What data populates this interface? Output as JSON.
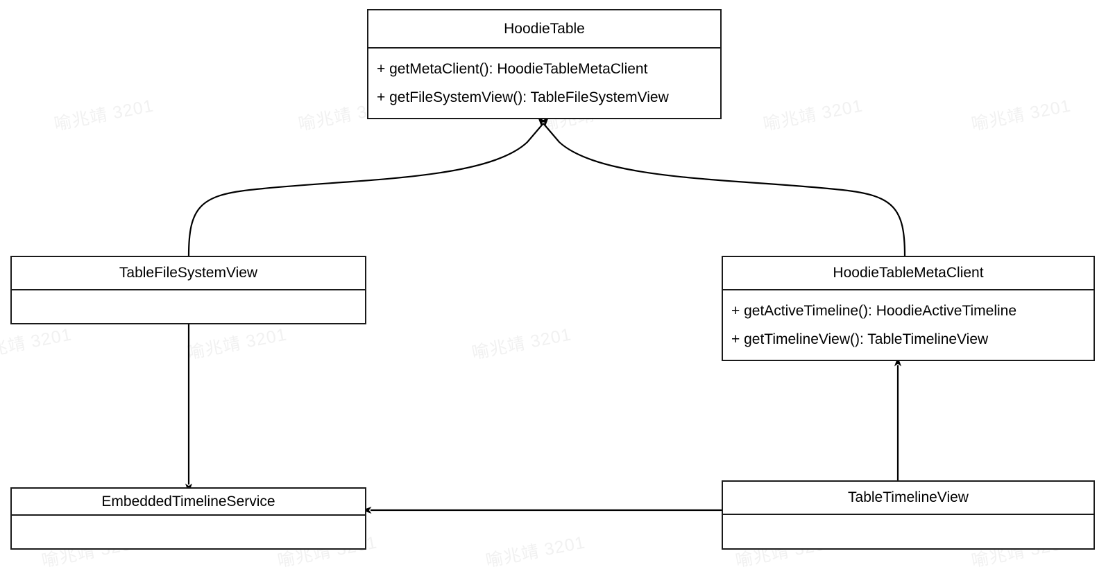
{
  "diagram": {
    "type": "uml-class-diagram",
    "title": "HoodieTable class relationships",
    "background_color": "#ffffff",
    "line_color": "#1a1a1a",
    "text_color": "#000000"
  },
  "watermark": {
    "text": "喻兆靖 3201",
    "color": "#f1f1f1",
    "rotation_deg": -11
  },
  "classes": [
    {
      "id": "hoodie-table",
      "name": "HoodieTable",
      "members": [
        "+ getMetaClient(): HoodieTableMetaClient",
        "+ getFileSystemView(): TableFileSystemView"
      ]
    },
    {
      "id": "table-file-system-view",
      "name": "TableFileSystemView",
      "members": []
    },
    {
      "id": "hoodie-table-meta-client",
      "name": "HoodieTableMetaClient",
      "members": [
        "+ getActiveTimeline(): HoodieActiveTimeline",
        "+ getTimelineView(): TableTimelineView"
      ]
    },
    {
      "id": "embedded-timeline-service",
      "name": "EmbeddedTimelineService",
      "members": []
    },
    {
      "id": "table-timeline-view",
      "name": "TableTimelineView",
      "members": []
    }
  ],
  "relationships": [
    {
      "id": "rel-fsv-to-table",
      "from": "TableFileSystemView",
      "to": "HoodieTable",
      "style": "curved",
      "arrow": "solid-filled"
    },
    {
      "id": "rel-meta-to-table",
      "from": "HoodieTableMetaClient",
      "to": "HoodieTable",
      "style": "curved",
      "arrow": "solid-filled"
    },
    {
      "id": "rel-fsv-to-ets",
      "from": "TableFileSystemView",
      "to": "EmbeddedTimelineService",
      "style": "straight",
      "arrow": "solid-filled"
    },
    {
      "id": "rel-ttv-to-meta",
      "from": "TableTimelineView",
      "to": "HoodieTableMetaClient",
      "style": "straight",
      "arrow": "solid-filled"
    },
    {
      "id": "rel-ttv-to-ets",
      "from": "TableTimelineView",
      "to": "EmbeddedTimelineService",
      "style": "straight",
      "arrow": "solid-filled"
    }
  ]
}
